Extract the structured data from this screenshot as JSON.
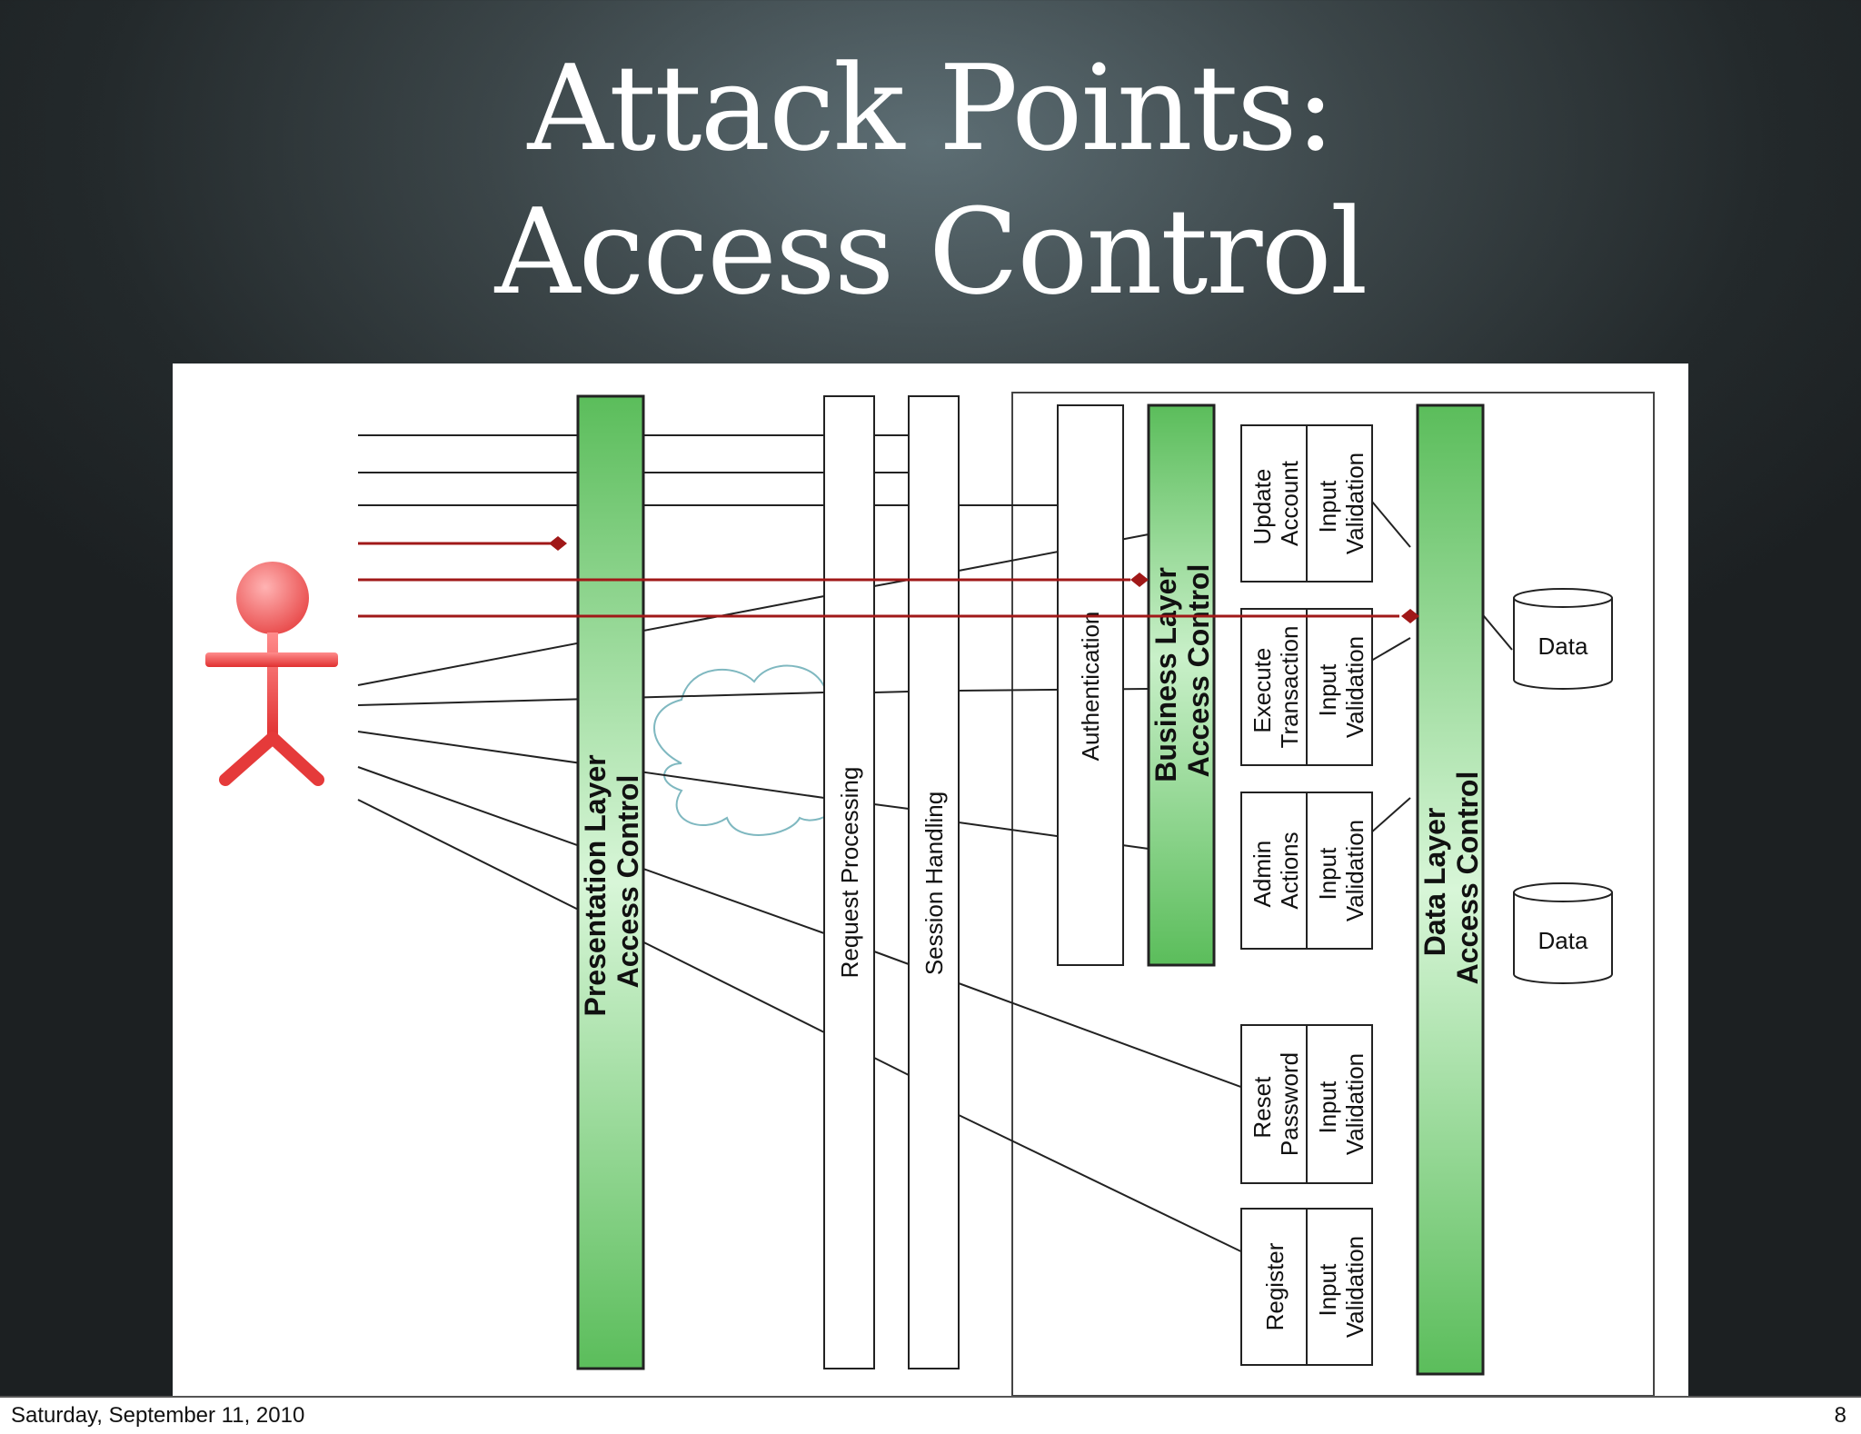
{
  "slide": {
    "title_line1": "Attack Points:",
    "title_line2": "Access Control"
  },
  "diagram": {
    "layers": {
      "presentation": [
        "Presentation Layer",
        "Access Control"
      ],
      "business": [
        "Business Layer",
        "Access Control"
      ],
      "data": [
        "Data Layer",
        "Access Control"
      ]
    },
    "components": {
      "request_processing": "Request Processing",
      "session_handling": "Session Handling",
      "authentication": "Authentication"
    },
    "functions": [
      {
        "name": [
          "Update",
          "Account"
        ],
        "validation": [
          "Input",
          "Validation"
        ]
      },
      {
        "name": [
          "Execute",
          "Transaction"
        ],
        "validation": [
          "Input",
          "Validation"
        ]
      },
      {
        "name": [
          "Admin",
          "Actions"
        ],
        "validation": [
          "Input",
          "Validation"
        ]
      },
      {
        "name": [
          "Reset",
          "Password"
        ],
        "validation": [
          "Input",
          "Validation"
        ]
      },
      {
        "name": [
          "Register"
        ],
        "validation": [
          "Input",
          "Validation"
        ]
      }
    ],
    "stores": [
      "Data",
      "Data"
    ],
    "colors": {
      "layer_green": "#6cc96c",
      "attack_red": "#a01818",
      "actor_red": "#ee3333",
      "cloud": "#7fb8c0"
    }
  },
  "footer": {
    "date": "Saturday, September 11, 2010",
    "page": "8"
  }
}
